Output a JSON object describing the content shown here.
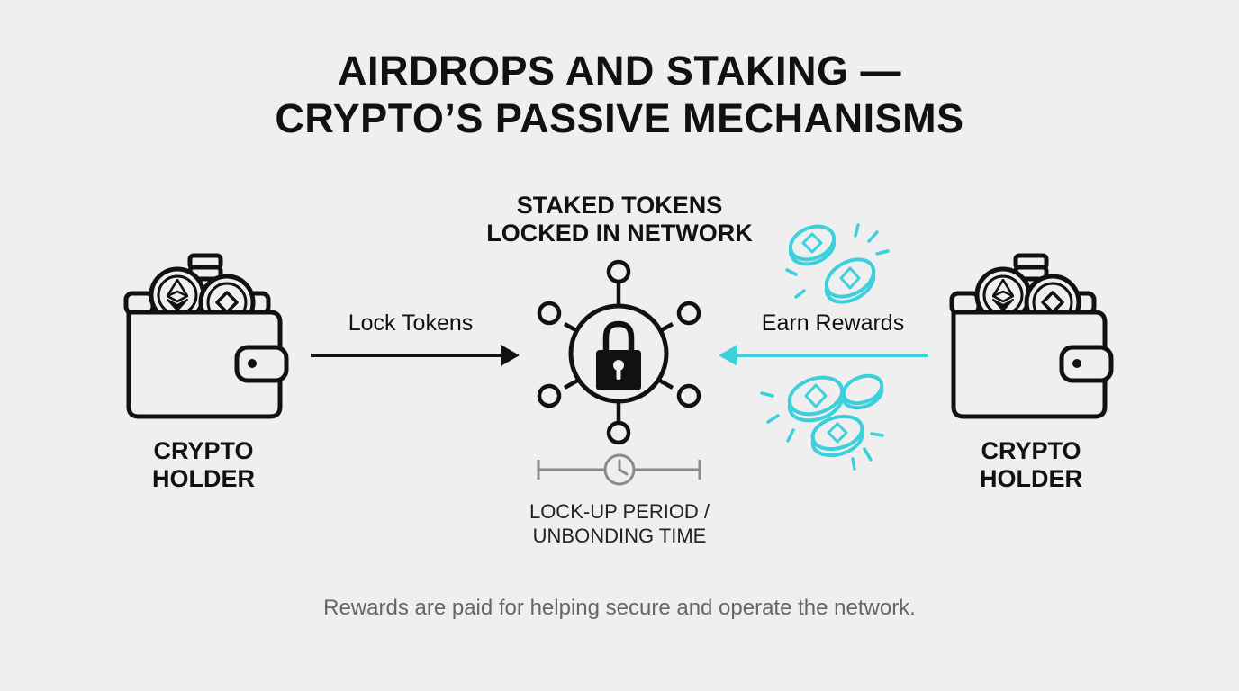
{
  "title": {
    "line1": "AIRDROPS AND STAKING —",
    "line2": "CRYPTO’S PASSIVE MECHANISMS"
  },
  "left_holder": {
    "line1": "CRYPTO",
    "line2": "HOLDER"
  },
  "right_holder": {
    "line1": "CRYPTO",
    "line2": "HOLDER"
  },
  "center": {
    "line1": "STAKED TOKENS",
    "line2": "LOCKED IN NETWORK"
  },
  "arrows": {
    "lock_label": "Lock Tokens",
    "earn_label": "Earn Rewards"
  },
  "lockup": {
    "line1": "LOCK-UP PERIOD /",
    "line2": "UNBONDING TIME"
  },
  "footer": "Rewards are paid for helping secure and operate the network.",
  "colors": {
    "background": "#efefef",
    "ink": "#111111",
    "accent": "#3ccfdc",
    "muted": "#8a8a8a"
  },
  "icons": {
    "left_wallet": "wallet-with-coins-icon",
    "right_wallet": "wallet-with-coins-icon",
    "network": "network-lock-icon",
    "timeline": "clock-timeline-icon",
    "rewards_top": "reward-coins-icon",
    "rewards_bottom": "reward-coins-icon"
  }
}
